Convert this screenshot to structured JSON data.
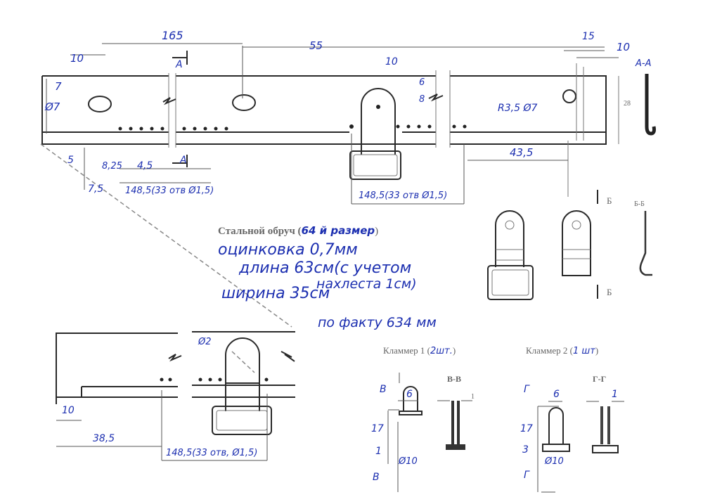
{
  "title": {
    "printed": "Стальной обруч (",
    "size": "64 й размер",
    "close": ")"
  },
  "notes": {
    "line1": "оцинковка 0,7мм",
    "line2": "длина 63см(с учетом",
    "line3": "нахлеста 1см)",
    "line4": "ширина 35см",
    "line5": "по факту 634 мм"
  },
  "main_view": {
    "dim_165": "165",
    "dim_55": "55",
    "dim_10_left": "10",
    "dim_7_top": "7",
    "dim_d7": "Ø7",
    "dim_5": "5",
    "dim_7_5": "7,5",
    "dim_8_25": "8,25",
    "dim_4_5": "4,5",
    "holes_left": "148,5(33 отв Ø1,5)",
    "holes_right": "148,5(33 отв Ø1,5)",
    "dim_10_clip": "10",
    "dim_6": "6",
    "dim_8": "8",
    "dim_15": "15",
    "dim_10_right": "10",
    "hole_label": "R3,5 Ø7",
    "dim_43_5": "43,5",
    "dim_28": "28",
    "section_a": "А",
    "section_a_bottom": "А",
    "section_aa": "А-А"
  },
  "middle_views": {
    "section_b_top": "Б",
    "section_b_bottom": "Б",
    "section_bb": "Б-Б"
  },
  "detail_view": {
    "dim_d2": "Ø2",
    "dim_10": "10",
    "dim_38_5": "38,5",
    "holes": "148,5(33 отв, Ø1,5)"
  },
  "clip1": {
    "title": "Кламмер 1 (",
    "qty": "2шт.",
    "close": ")",
    "section_v": "В",
    "section_v_bottom": "В",
    "section_vv": "В-В",
    "dim_6": "6",
    "dim_17": "17",
    "dim_1": "1",
    "dim_d10": "Ø10",
    "dim_1_sec": "1"
  },
  "clip2": {
    "title": "Кламмер 2 (",
    "qty": "1 шт",
    "close": ")",
    "section_g": "Г",
    "section_g_bottom": "Г",
    "section_gg": "Г-Г",
    "dim_6": "6",
    "dim_17": "17",
    "dim_3": "3",
    "dim_d10": "Ø10",
    "dim_1_sec": "1"
  }
}
